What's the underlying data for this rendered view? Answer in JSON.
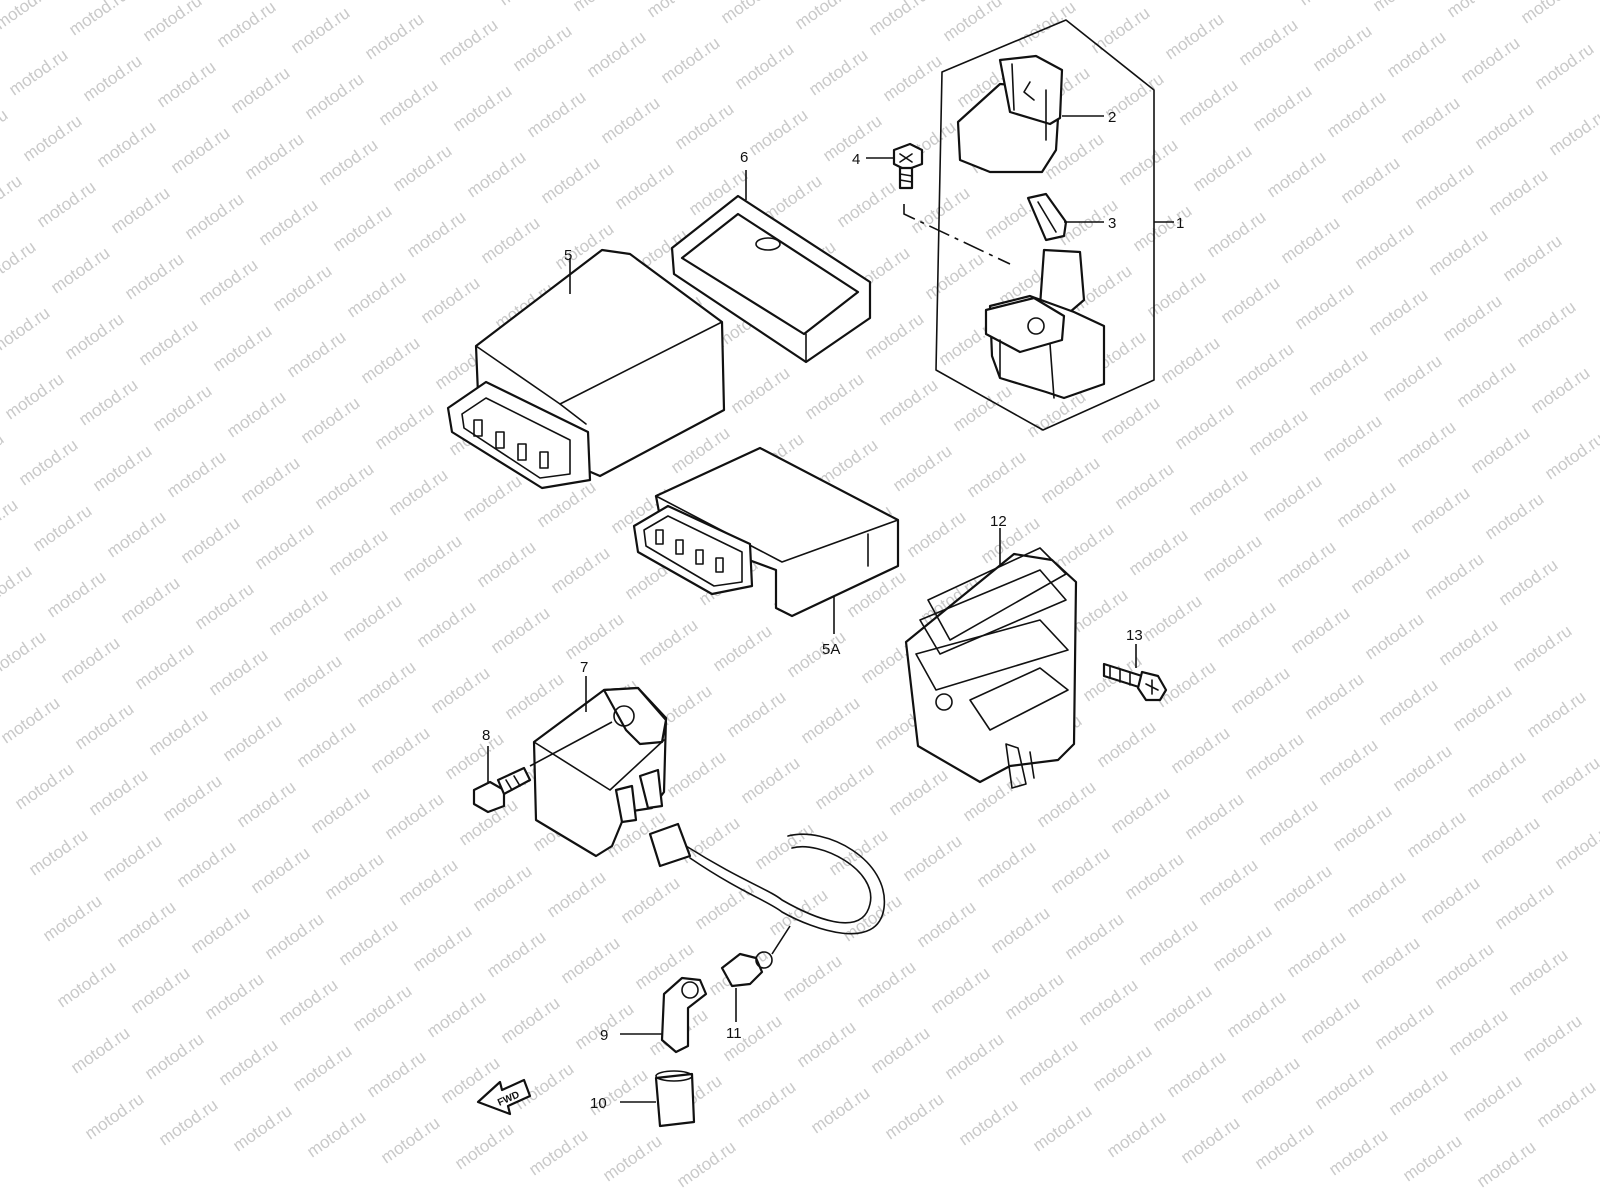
{
  "watermark": "motod.ru",
  "fwd_label": "FWD",
  "callouts": {
    "c1": "1",
    "c2": "2",
    "c3": "3",
    "c4": "4",
    "c5": "5",
    "c5a": "5A",
    "c6": "6",
    "c7": "7",
    "c8": "8",
    "c9": "9",
    "c10": "10",
    "c11": "11",
    "c12": "12",
    "c13": "13"
  },
  "colors": {
    "line": "#111111",
    "watermark": "#c9c9c9",
    "background": "#ffffff"
  }
}
